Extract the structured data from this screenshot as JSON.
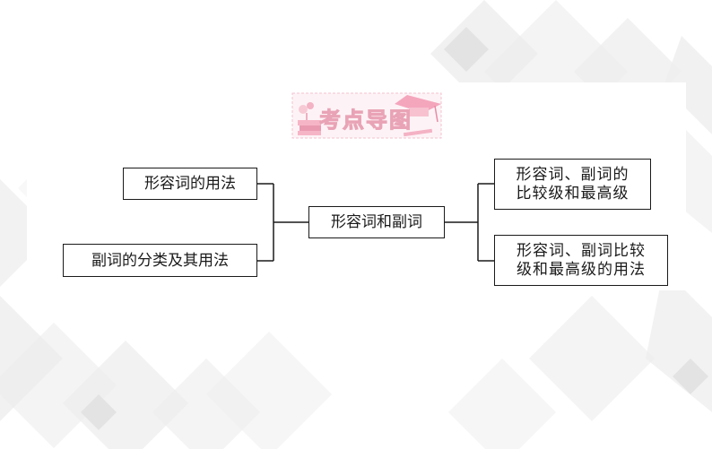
{
  "header": {
    "title": "考点导图"
  },
  "diagram": {
    "center": "形容词和副词",
    "left": [
      {
        "label": "形容词的用法"
      },
      {
        "label": "副词的分类及其用法"
      }
    ],
    "right": [
      {
        "lines": [
          "形容词、副词的",
          "比较级和最高级"
        ]
      },
      {
        "lines": [
          "形容词、副词比较",
          "级和最高级的用法"
        ]
      }
    ]
  },
  "colors": {
    "line": "#1a1a1a",
    "title_pink": "#f3c1cf",
    "background_grey": "#ececec"
  }
}
